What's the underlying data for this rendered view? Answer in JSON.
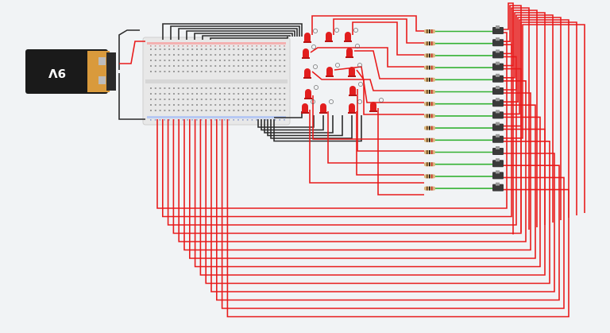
{
  "diagram": {
    "battery": {
      "label": "9V",
      "icon": "battery-9v-icon"
    },
    "components": {
      "breadboard": "breadboard",
      "led_count": 14,
      "resistor_count": 14,
      "switch_count": 14
    },
    "colors": {
      "background": "#f1f3f5",
      "wire_power": "#e81b1b",
      "wire_ground": "#2b2b2b",
      "wire_signal": "#34b233",
      "led": "#e21e1e",
      "battery_body": "#1a1a1a",
      "battery_cap": "#d99a3c",
      "breadboard": "#e8e8e8"
    }
  }
}
